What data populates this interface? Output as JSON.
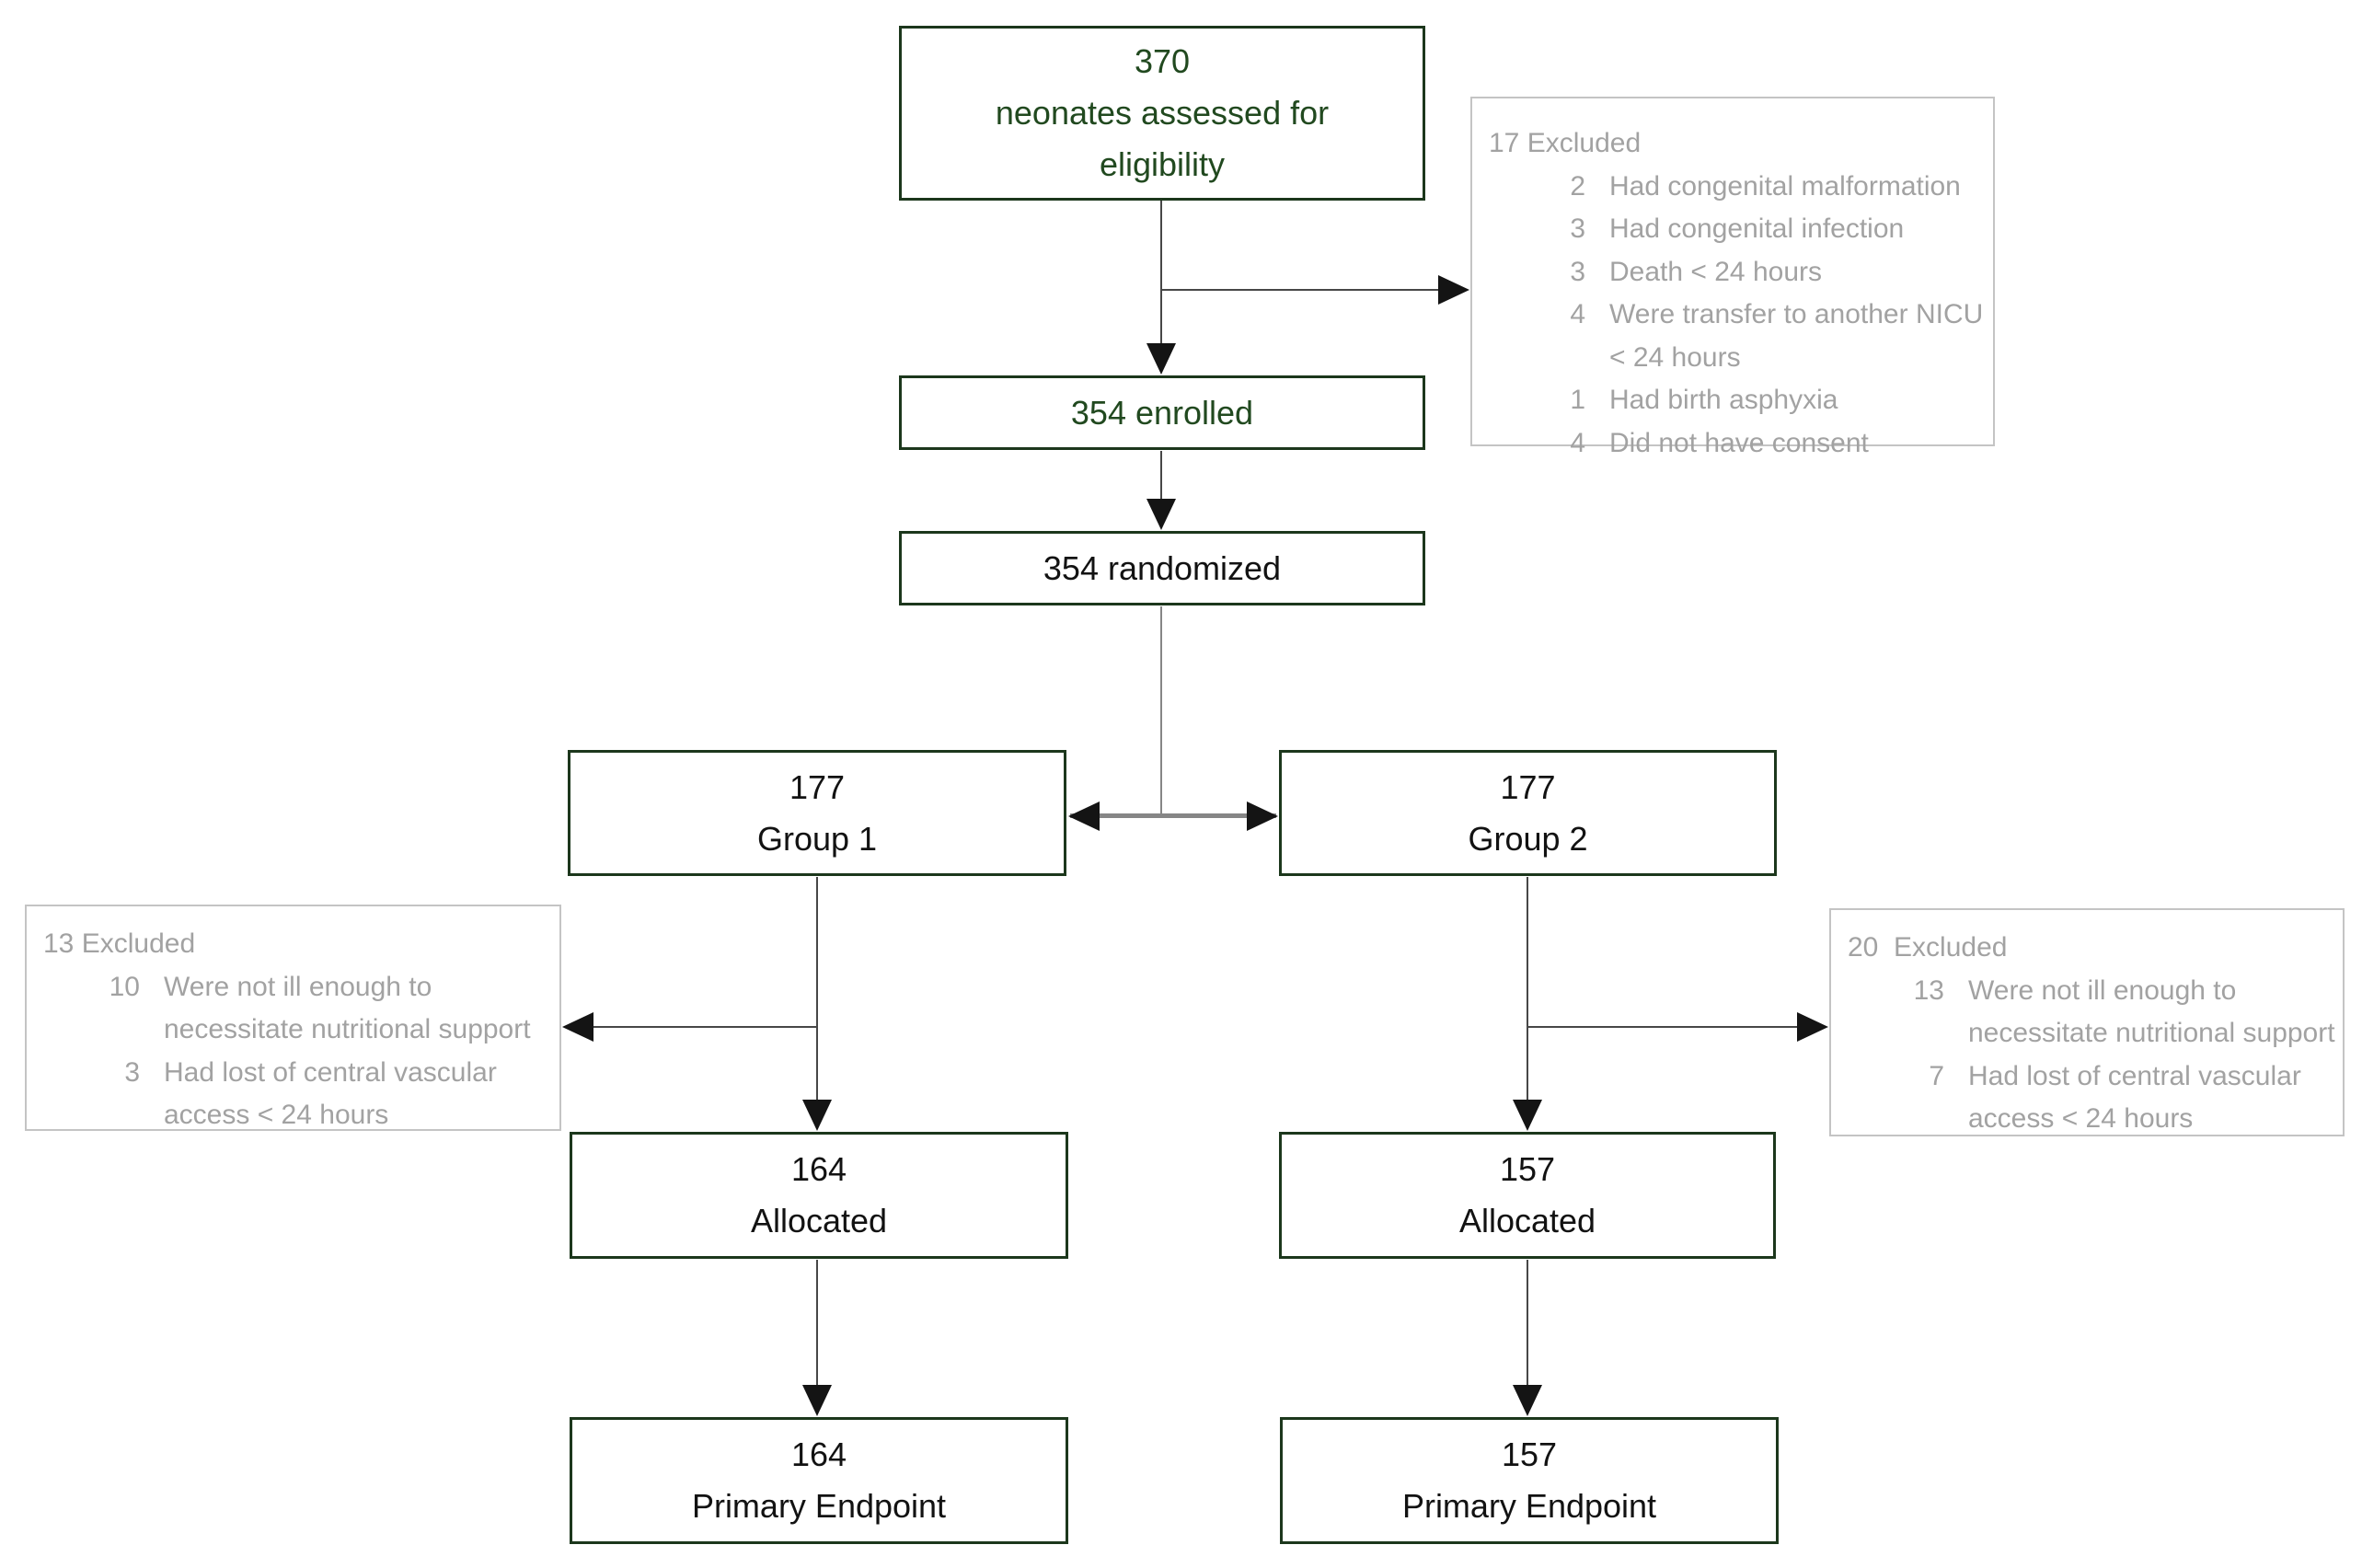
{
  "boxes": {
    "assessed": {
      "number": "370",
      "label": "neonates assessed for eligibility"
    },
    "enrolled": {
      "label": "354 enrolled"
    },
    "randomized": {
      "label": "354 randomized"
    },
    "group1": {
      "number": "177",
      "label": "Group 1"
    },
    "group2": {
      "number": "177",
      "label": "Group 2"
    },
    "allocated1": {
      "number": "164",
      "label": "Allocated"
    },
    "allocated2": {
      "number": "157",
      "label": "Allocated"
    },
    "endpoint1": {
      "number": "164",
      "label": "Primary Endpoint"
    },
    "endpoint2": {
      "number": "157",
      "label": "Primary Endpoint"
    }
  },
  "exclusions": {
    "top": {
      "count": "17",
      "title": "Excluded",
      "items": [
        {
          "count": "2",
          "reason": "Had congenital malformation"
        },
        {
          "count": "3",
          "reason": "Had congenital infection"
        },
        {
          "count": "3",
          "reason": "Death < 24 hours"
        },
        {
          "count": "4",
          "reason": "Were transfer to another NICU < 24 hours"
        },
        {
          "count": "1",
          "reason": "Had birth asphyxia"
        },
        {
          "count": "4",
          "reason": "Did not have consent"
        }
      ]
    },
    "left": {
      "count": "13",
      "title": "Excluded",
      "items": [
        {
          "count": "10",
          "reason": "Were not ill enough to necessitate nutritional support"
        },
        {
          "count": "3",
          "reason": "Had lost of central vascular access < 24 hours"
        }
      ]
    },
    "right": {
      "count": "20",
      "title": "Excluded",
      "items": [
        {
          "count": "13",
          "reason": "Were not ill enough to necessitate nutritional support"
        },
        {
          "count": "7",
          "reason": "Had lost of central vascular access < 24 hours"
        }
      ]
    }
  },
  "colors": {
    "box_border_green": "#1c371c",
    "text_green": "#21491f",
    "text_dark": "#121212",
    "gray_border": "#c4c4c4",
    "gray_text": "#a2a2a2",
    "connector_dark": "#474747",
    "connector_gray": "#868686",
    "arrowhead": "#141414"
  }
}
